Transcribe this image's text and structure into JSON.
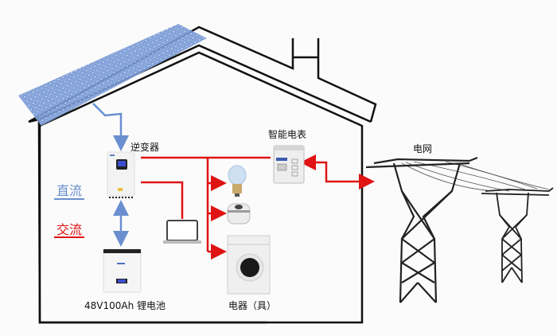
{
  "title": "Solar home energy system diagram",
  "labels": {
    "inverter": "逆变器",
    "smart_meter": "智能电表",
    "grid": "电网",
    "battery": "48V100Ah 锂电池",
    "appliances": "电器（具）"
  },
  "legend": {
    "dc": {
      "label": "直流",
      "color": "#6a8fcf"
    },
    "ac": {
      "label": "交流",
      "color": "#e01414"
    }
  },
  "components": [
    {
      "id": "solar-panel",
      "name": "Solar panel array"
    },
    {
      "id": "inverter",
      "name": "Inverter"
    },
    {
      "id": "battery",
      "name": "Lithium battery"
    },
    {
      "id": "laptop",
      "name": "Laptop"
    },
    {
      "id": "light-bulb",
      "name": "LED bulb"
    },
    {
      "id": "rice-cooker",
      "name": "Rice cooker"
    },
    {
      "id": "washing-machine",
      "name": "Washing machine"
    },
    {
      "id": "smart-meter",
      "name": "Smart meter"
    },
    {
      "id": "transmission-towers",
      "name": "Power grid towers"
    }
  ],
  "colors": {
    "dc": "#6a8fcf",
    "ac": "#e01414",
    "house_outline": "#111111",
    "panel": "#7f9fd8"
  }
}
